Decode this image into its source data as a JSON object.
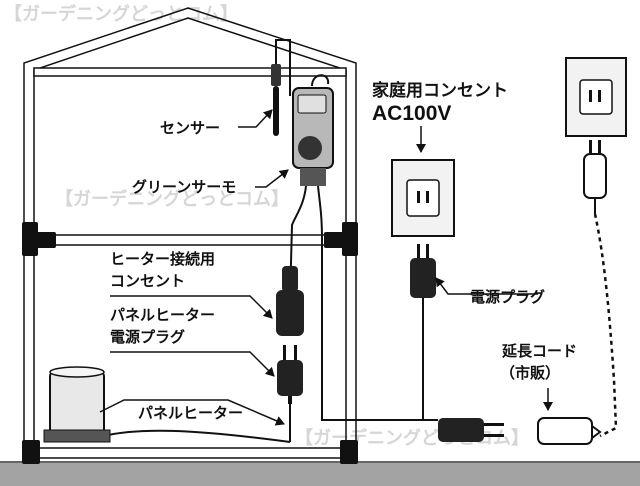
{
  "labels": {
    "sensor": "センサー",
    "green_thermo": "グリーンサーモ",
    "heater_outlet_line1": "ヒーター接続用",
    "heater_outlet_line2": "コンセント",
    "panel_plug_line1": "パネルヒーター",
    "panel_plug_line2": "電源プラグ",
    "panel_heater": "パネルヒーター",
    "home_outlet_line1": "家庭用コンセント",
    "home_outlet_line2": "AC100V",
    "power_plug": "電源プラグ",
    "ext_cord_line1": "延長コード",
    "ext_cord_line2": "（市販）"
  },
  "watermarks": {
    "top": "【ガーデニングどっとコム】",
    "middle": "【ガーデニングどっとコム】",
    "bottom": "【ガーデニングどっとコム】"
  },
  "colors": {
    "ink": "#111111",
    "frame_fill": "#ffffff",
    "outlet_fill": "#f2f2f2",
    "ground": "#9a9a9a",
    "thermo_body": "#b8b8b8",
    "watermark": "#d6d6d6"
  }
}
